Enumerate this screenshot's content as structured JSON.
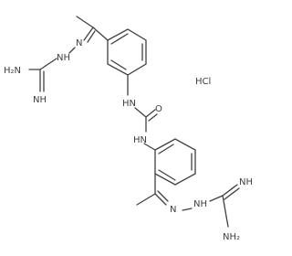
{
  "molecule": {
    "labels": {
      "nh2_top": "H₂N",
      "nh_imine_top": "NH",
      "n_top": "N",
      "nh_hydrazone_top": "NH",
      "nh_urea_top": "HN",
      "o_urea": "O",
      "nh_urea_bottom": "HN",
      "n_bottom": "N",
      "nh_hydrazone_bottom": "NH",
      "nh_imine_bottom": "NH",
      "nh2_bottom": "NH₂",
      "salt": "HCl"
    }
  }
}
